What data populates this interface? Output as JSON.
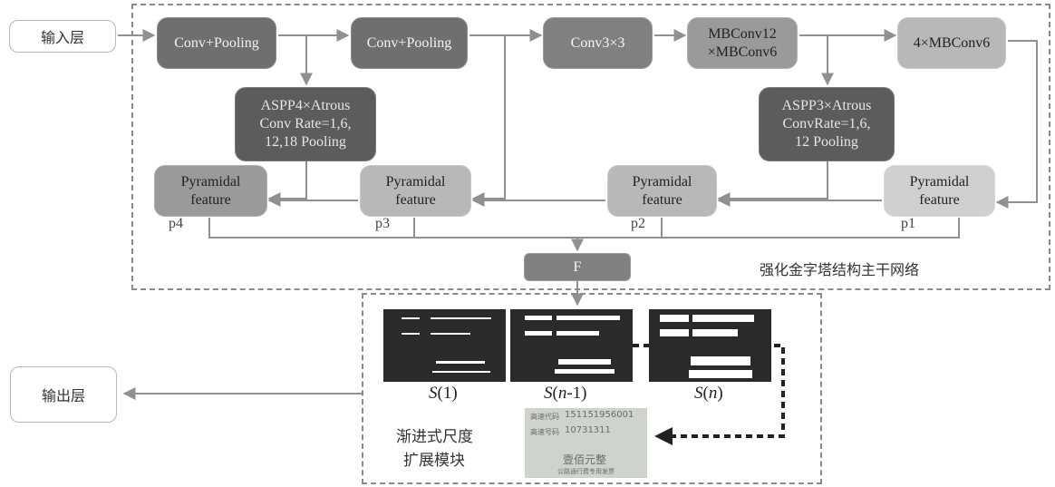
{
  "io": {
    "input": "输入层",
    "output": "输出层"
  },
  "nodes": {
    "conv_pool_1": "Conv+Pooling",
    "conv_pool_2": "Conv+Pooling",
    "conv3x3": "Conv3×3",
    "mbconv_1": "MBConv12",
    "mbconv_2": "×MBConv6",
    "mbconv6x4": "4×MBConv6",
    "aspp4_line1": "ASPP4×Atrous",
    "aspp4_line2": "Conv Rate=1,6,",
    "aspp4_line3": "12,18 Pooling",
    "aspp3_line1": "ASPP3×Atrous",
    "aspp3_line2": "ConvRate=1,6,",
    "aspp3_line3": "12 Pooling",
    "pyr_line1": "Pyramidal",
    "pyr_line2": "feature",
    "fusion": "F"
  },
  "pyramid_labels": {
    "p4": "p4",
    "p3": "p3",
    "p2": "p2",
    "p1": "p1"
  },
  "backbone_caption": "强化金字塔结构主干网络",
  "module_caption_line1": "渐进式尺度",
  "module_caption_line2": "扩展模块",
  "scale_labels": {
    "s1_pre": "S",
    "s1_arg": "(1)",
    "sn1_pre": "S",
    "sn1_open": "(",
    "sn1_n": "n",
    "sn1_rest": "-1)",
    "sn_pre": "S",
    "sn_open": "(",
    "sn_n": "n",
    "sn_close": ")"
  },
  "ticket": {
    "row1_label": "高速代码",
    "row1_value": "151151956001",
    "row2_label": "高速号码",
    "row2_value": "10731311",
    "amount": "壹佰元整",
    "footer": "公路通行费专用发票"
  },
  "colors": {
    "arrow": "#909090",
    "dashed_border": "#8a8a8a",
    "panel_bg": "#2a2a2a",
    "dotted_arrow": "#222222"
  }
}
